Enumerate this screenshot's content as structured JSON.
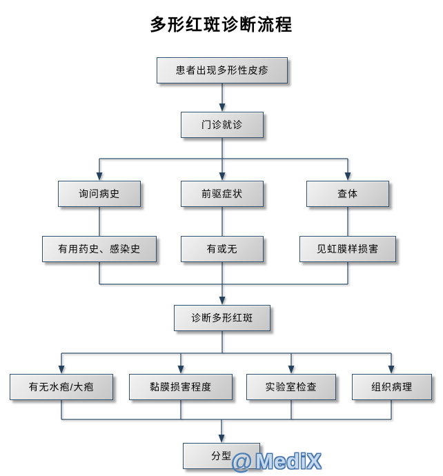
{
  "title": "多形红斑诊断流程",
  "nodes": [
    {
      "id": "rash",
      "label": "患者出现多形性皮疹"
    },
    {
      "id": "outpatient",
      "label": "门诊就诊"
    },
    {
      "id": "ask-history",
      "label": "询问病史"
    },
    {
      "id": "prodrome",
      "label": "前驱症状"
    },
    {
      "id": "physical-exam",
      "label": "查体"
    },
    {
      "id": "drug-infection-history",
      "label": "有用药史、感染史"
    },
    {
      "id": "present-or-absent",
      "label": "有或无"
    },
    {
      "id": "iris-lesion",
      "label": "见虹膜样损害"
    },
    {
      "id": "diagnosis",
      "label": "诊断多形红斑"
    },
    {
      "id": "blisters",
      "label": "有无水疱/大疱"
    },
    {
      "id": "mucosa-damage",
      "label": "黏膜损害程度"
    },
    {
      "id": "lab-tests",
      "label": "实验室检查"
    },
    {
      "id": "histopathology",
      "label": "组织病理"
    },
    {
      "id": "typing",
      "label": "分型"
    }
  ],
  "edges": [
    [
      "rash",
      "outpatient"
    ],
    [
      "outpatient",
      "ask-history"
    ],
    [
      "outpatient",
      "prodrome"
    ],
    [
      "outpatient",
      "physical-exam"
    ],
    [
      "ask-history",
      "drug-infection-history"
    ],
    [
      "prodrome",
      "present-or-absent"
    ],
    [
      "physical-exam",
      "iris-lesion"
    ],
    [
      "drug-infection-history",
      "diagnosis"
    ],
    [
      "present-or-absent",
      "diagnosis"
    ],
    [
      "iris-lesion",
      "diagnosis"
    ],
    [
      "diagnosis",
      "blisters"
    ],
    [
      "diagnosis",
      "mucosa-damage"
    ],
    [
      "diagnosis",
      "lab-tests"
    ],
    [
      "diagnosis",
      "histopathology"
    ],
    [
      "blisters",
      "typing"
    ],
    [
      "mucosa-damage",
      "typing"
    ],
    [
      "lab-tests",
      "typing"
    ],
    [
      "histopathology",
      "typing"
    ]
  ],
  "watermark": {
    "symbol": "@",
    "text": "MediX"
  },
  "colors": {
    "line": "#2E4D6B",
    "arrow": "#24425F",
    "node_border": "#2E4D6B",
    "node_fill_light": "#F2F2F2",
    "node_fill_dark": "#C6C6C6",
    "watermark_blue": "#4876AC",
    "title_text": "#000000"
  }
}
